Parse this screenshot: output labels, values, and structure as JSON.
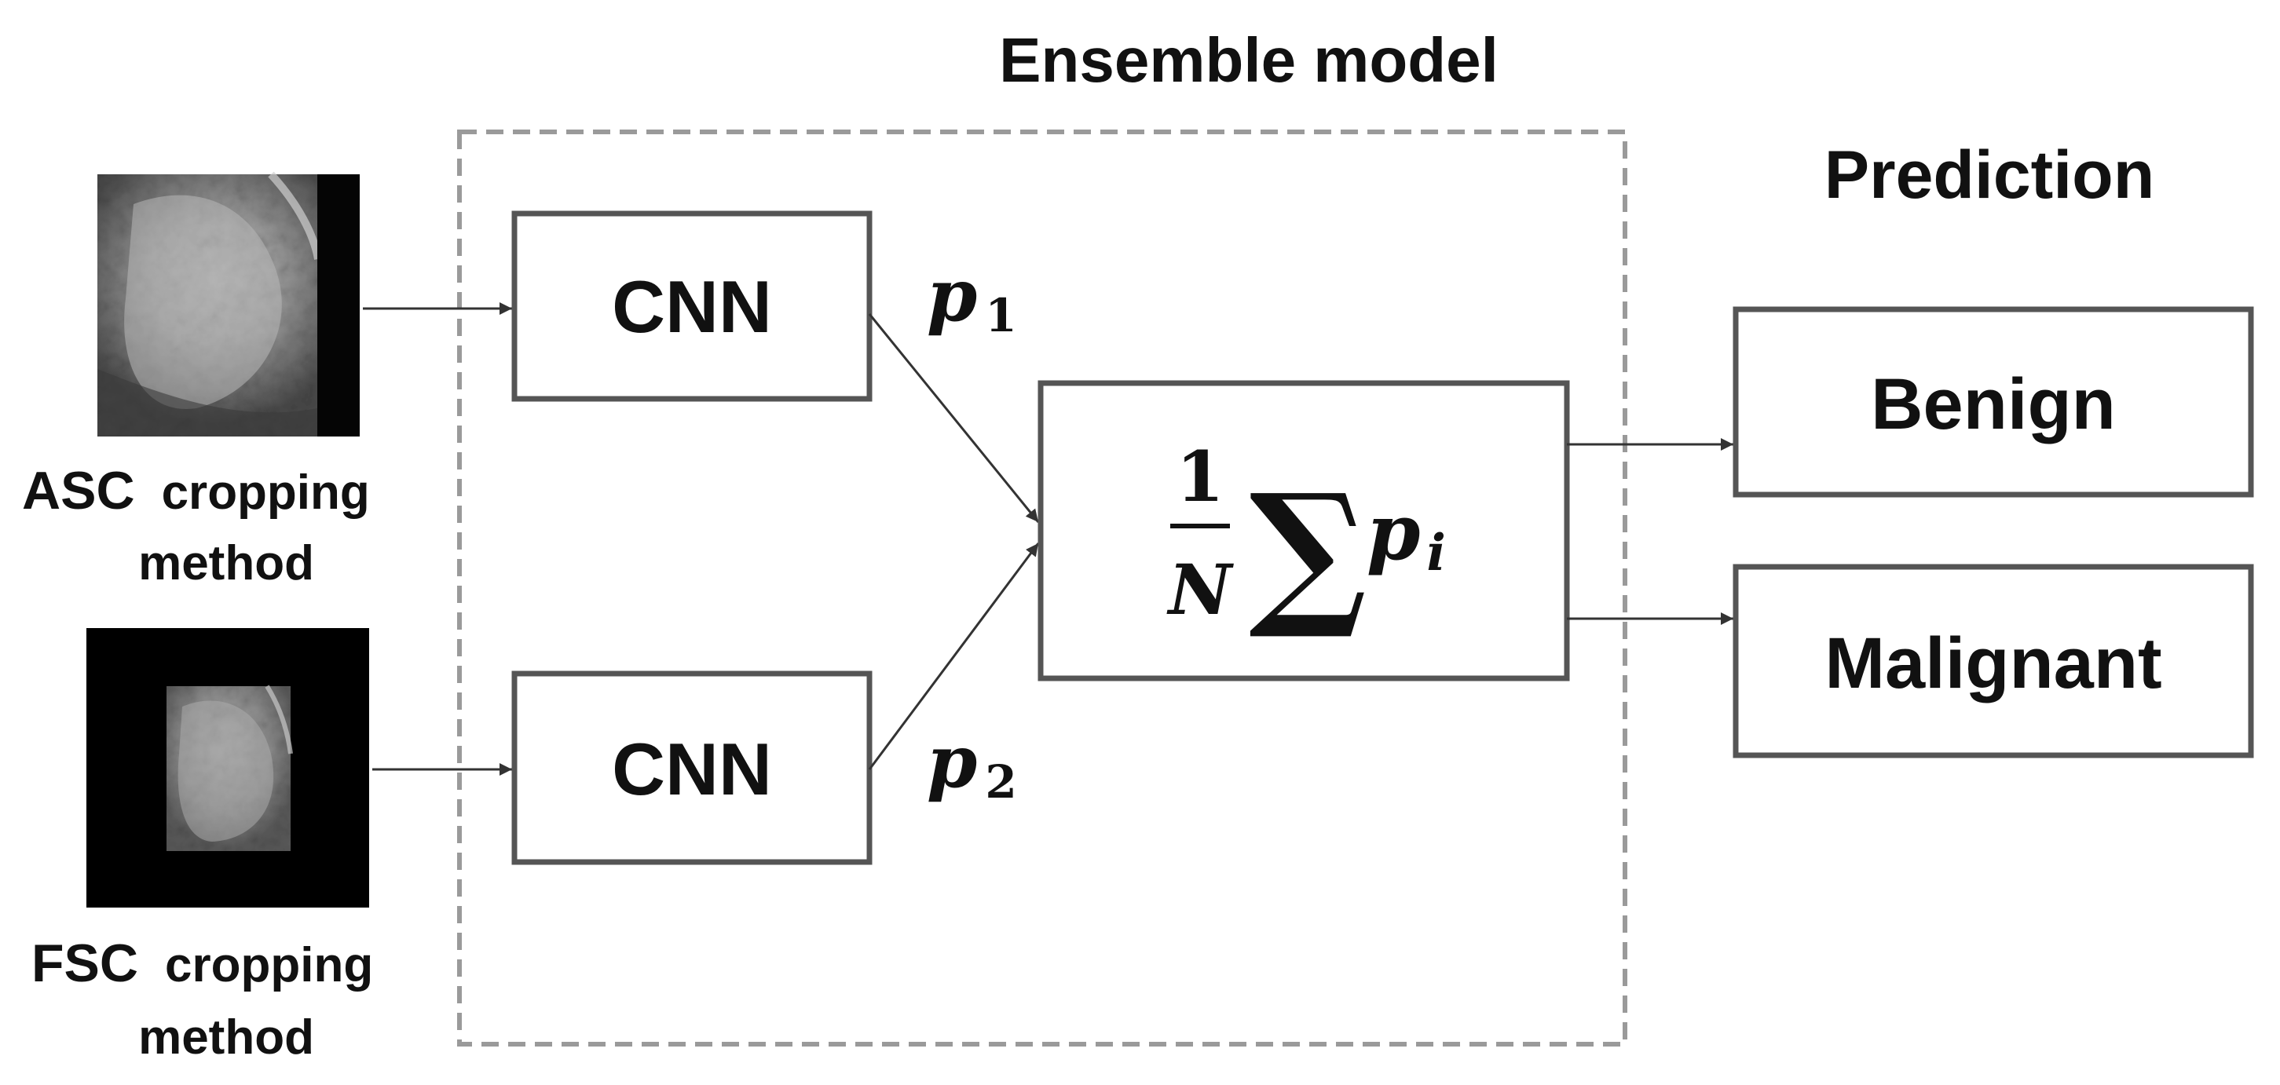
{
  "title": "Ensemble model",
  "prediction_header": "Prediction",
  "inputs": [
    {
      "abbr": "ASC",
      "line1": "cropping",
      "line2": "method"
    },
    {
      "abbr": "FSC",
      "line1": "cropping",
      "line2": "method"
    }
  ],
  "cnn_labels": [
    "CNN",
    "CNN"
  ],
  "probabilities": [
    {
      "symbol": "p",
      "subscript": "1"
    },
    {
      "symbol": "p",
      "subscript": "2"
    }
  ],
  "formula": {
    "numerator": "1",
    "denominator": "N",
    "operator": "∑",
    "term": "p",
    "term_subscript": "i"
  },
  "outputs": [
    "Benign",
    "Malignant"
  ],
  "colors": {
    "box_stroke": "#555555",
    "dashed_border": "#9a9a9a",
    "text": "#111111"
  }
}
